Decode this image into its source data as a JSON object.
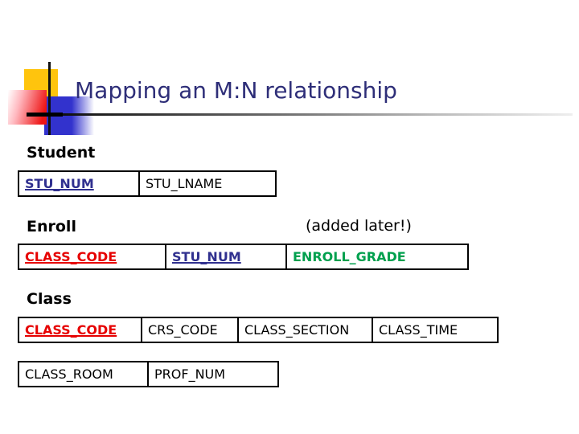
{
  "slide": {
    "title": "Mapping an M:N relationship"
  },
  "sections": {
    "student": {
      "heading": "Student",
      "table": {
        "cells": [
          "STU_NUM",
          "STU_LNAME"
        ]
      }
    },
    "enroll": {
      "heading": "Enroll",
      "note": "(added later!)",
      "table": {
        "cells": [
          "CLASS_CODE",
          "STU_NUM",
          "ENROLL_GRADE"
        ]
      }
    },
    "class": {
      "heading": "Class",
      "table1": {
        "cells": [
          "CLASS_CODE",
          "CRS_CODE",
          "CLASS_SECTION",
          "CLASS_TIME"
        ]
      },
      "table2": {
        "cells": [
          "CLASS_ROOM",
          "PROF_NUM"
        ]
      }
    }
  },
  "colors": {
    "title-navy": "#2E2E78",
    "pk-red": "#E60000",
    "key-blue": "#30308F",
    "grade-green": "#00A04E",
    "accent-yellow": "#FFC40D",
    "accent-blue": "#3232CD",
    "accent-red": "#EE1515"
  }
}
